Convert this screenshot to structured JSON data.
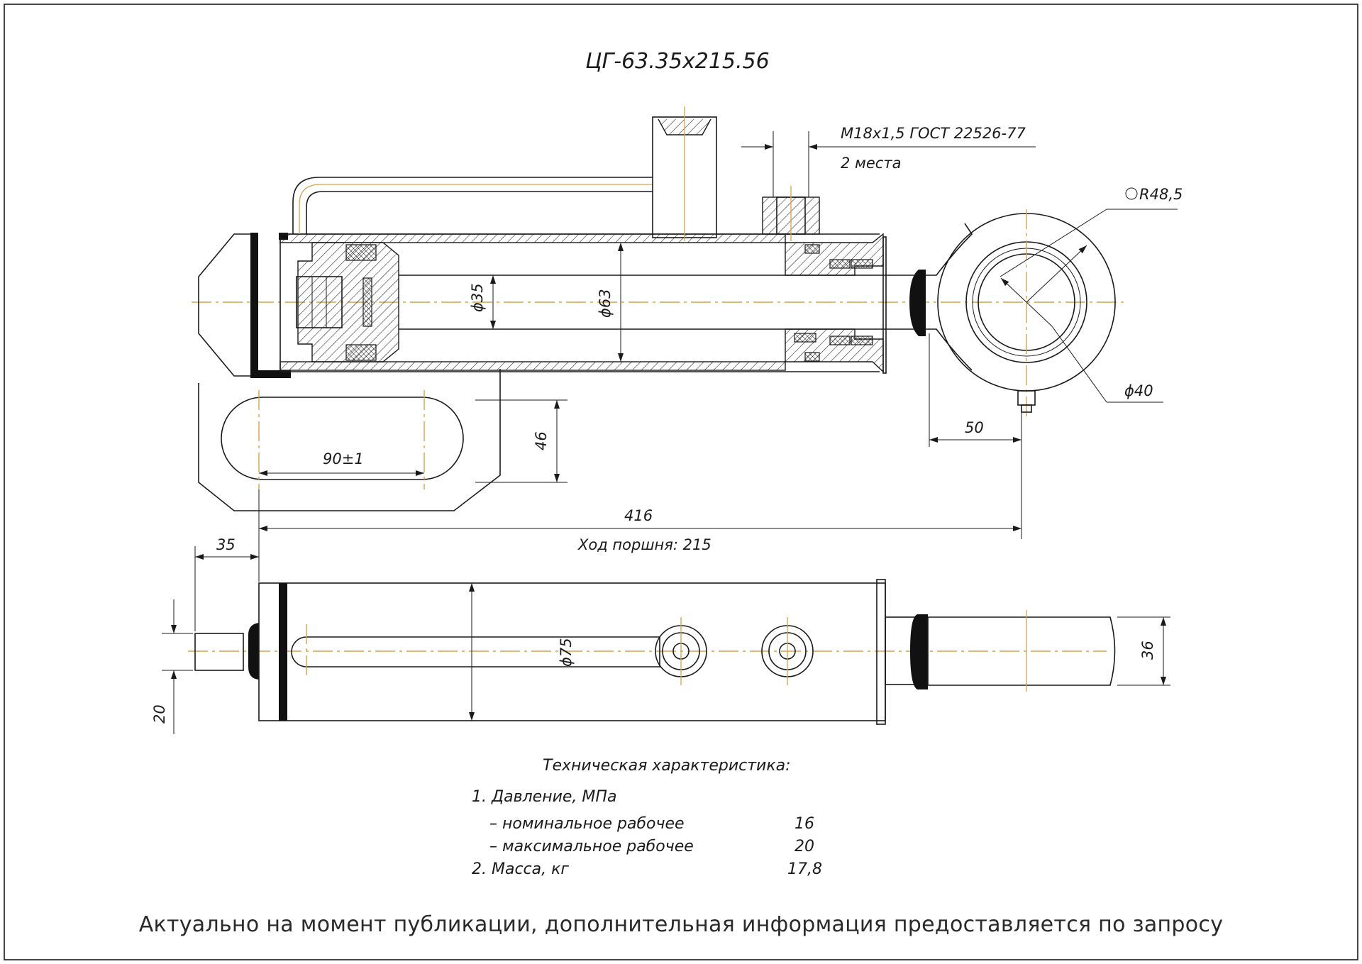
{
  "drawing": {
    "title": "ЦГ-63.35х215.56",
    "port_spec_line1": "М18х1,5  ГОСТ 22526-77",
    "port_spec_line2": "2 места",
    "radius_label": "R48,5",
    "dims": {
      "rod_diameter": "ϕ35",
      "bore_diameter": "ϕ63",
      "pin_diameter": "ϕ40",
      "eye_offset": "50",
      "slot_length": "90±1",
      "slot_height": "46",
      "overall_length": "416",
      "stroke": "Ход поршня: 215",
      "rear_pin_offset": "35",
      "body_diameter": "ϕ75",
      "rod_end_width": "36",
      "rear_pin_width": "20"
    }
  },
  "specs": {
    "heading": "Техническая характеристика:",
    "pressure_label": "1. Давление, МПа",
    "nominal_label": "– номинальное рабочее",
    "nominal_value": "16",
    "max_label": "– максимальное рабочее",
    "max_value": "20",
    "mass_label": "2. Масса, кг",
    "mass_value": "17,8"
  },
  "footer": "Актуально на момент публикации, дополнительная информация предоставляется по запросу",
  "colors": {
    "centerline": "#d7a24a",
    "line": "#1a1a1a",
    "background": "#ffffff"
  }
}
